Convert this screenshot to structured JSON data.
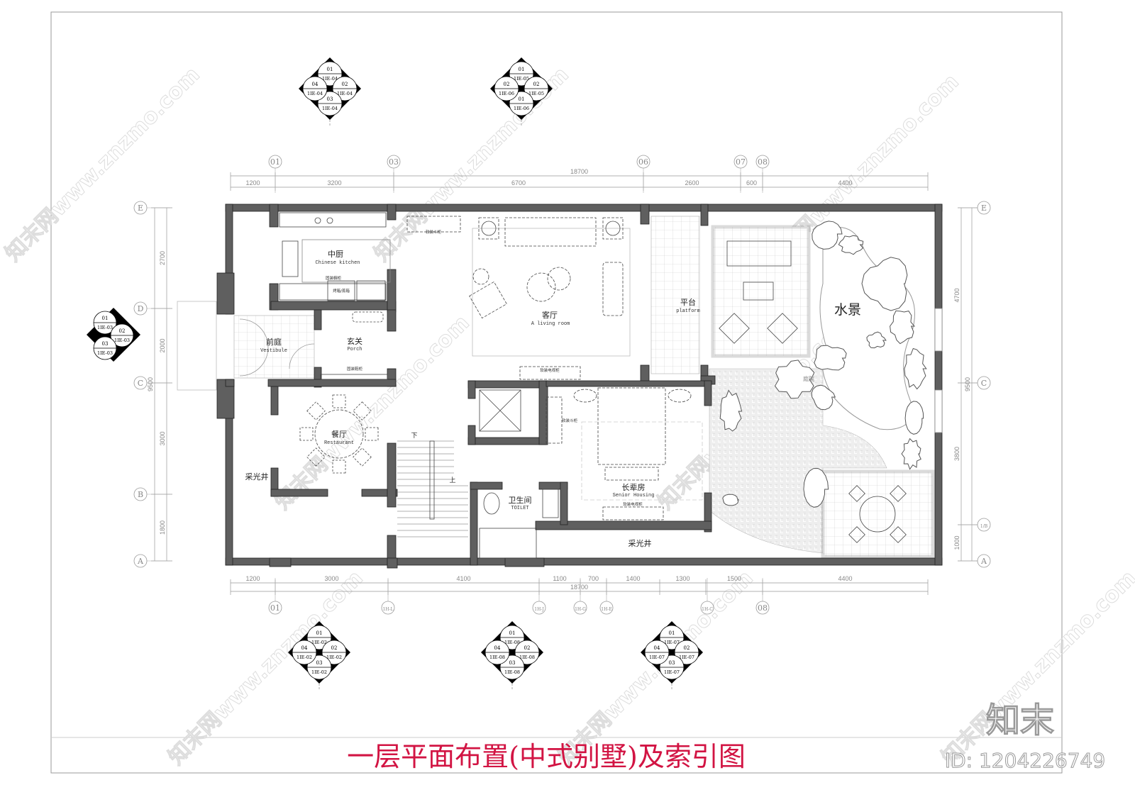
{
  "title": "一层平面布置(中式别墅)及索引图",
  "logo": {
    "text": "知末",
    "id_text": "ID: 1204226749"
  },
  "watermark": "知末网www.znzmo.com",
  "colors": {
    "wall": "#5f5f5f",
    "title": "#d21443",
    "dimension": "#888888",
    "index_symbol": "#000000"
  },
  "axes": {
    "top": [
      "01",
      "03",
      "06",
      "07",
      "08"
    ],
    "bottom": [
      "01",
      "1H-L",
      "1H-J",
      "1H-G",
      "1H-E",
      "1H-C",
      "08"
    ],
    "left": [
      "E",
      "D",
      "C",
      "B",
      "A"
    ],
    "right": [
      "E",
      "C",
      "1/B",
      "A"
    ]
  },
  "dimensions": {
    "top_segments": [
      "1200",
      "3200",
      "6700",
      "2600",
      "600",
      "4400"
    ],
    "top_total": "18700",
    "bottom_segments": [
      "1200",
      "3000",
      "4100",
      "1100",
      "700",
      "1400",
      "1300",
      "1500",
      "4400"
    ],
    "bottom_total": "18700",
    "left_segments": [
      "2700",
      "2000",
      "3000",
      "1800"
    ],
    "left_total": "9500",
    "right_segments": [
      "4700",
      "3800",
      "1000"
    ],
    "right_total": "9500"
  },
  "rooms": {
    "kitchen": {
      "zh": "中厨",
      "en": "Chinese kitchen"
    },
    "living": {
      "zh": "客厅",
      "en": "A living room"
    },
    "platform": {
      "zh": "平台",
      "en": "platform"
    },
    "water": {
      "zh": "水景"
    },
    "courtyard": {
      "zh": "庭院"
    },
    "vestibule": {
      "zh": "前庭",
      "en": "Vestibule"
    },
    "porch": {
      "zh": "玄关",
      "en": "Porch"
    },
    "dining": {
      "zh": "餐厅",
      "en": "Restaurant"
    },
    "lightwell_left": {
      "zh": "采光井"
    },
    "senior": {
      "zh": "长辈房",
      "en": "Senior Housing"
    },
    "toilet": {
      "zh": "卫生间",
      "en": "TOILET"
    },
    "lightwell_bottom": {
      "zh": "采光井"
    }
  },
  "stairs": {
    "down": "下",
    "up": "上"
  },
  "furniture_labels": {
    "living_chest": "软装斗柜",
    "kitchen_cabinet": "固装橱柜",
    "oven": "烤箱/蒸箱",
    "shoe_cabinet": "固装鞋柜",
    "living_tv_cabinet": "软装电视柜",
    "senior_chest": "软装斗柜",
    "senior_tv_cabinet": "软装电视柜"
  },
  "index_symbols": [
    {
      "refs": [
        [
          "01",
          "1IE-04"
        ],
        [
          "02",
          "1IE-04"
        ],
        [
          "03",
          "1IE-04"
        ],
        [
          "04",
          "1IE-04"
        ]
      ]
    },
    {
      "refs": [
        [
          "01",
          "1IE-05"
        ],
        [
          "02",
          "1IE-05"
        ],
        [
          "01",
          "1IE-06"
        ],
        [
          "02",
          "1IE-06"
        ]
      ]
    },
    {
      "refs": [
        [
          "01",
          "1IE-03"
        ],
        [
          "02",
          "1IE-03"
        ],
        [
          "03",
          "1IE-03"
        ]
      ]
    },
    {
      "refs": [
        [
          "01",
          "1IE-02"
        ],
        [
          "02",
          "1IE-02"
        ],
        [
          "03",
          "1IE-02"
        ],
        [
          "04",
          "1IE-02"
        ]
      ]
    },
    {
      "refs": [
        [
          "01",
          "1IE-08"
        ],
        [
          "02",
          "1IE-08"
        ],
        [
          "03",
          "1IE-08"
        ],
        [
          "04",
          "1IE-08"
        ]
      ]
    },
    {
      "refs": [
        [
          "01",
          "1IE-07"
        ],
        [
          "02",
          "1IE-07"
        ],
        [
          "03",
          "1IE-07"
        ],
        [
          "04",
          "1IE-07"
        ]
      ]
    }
  ]
}
